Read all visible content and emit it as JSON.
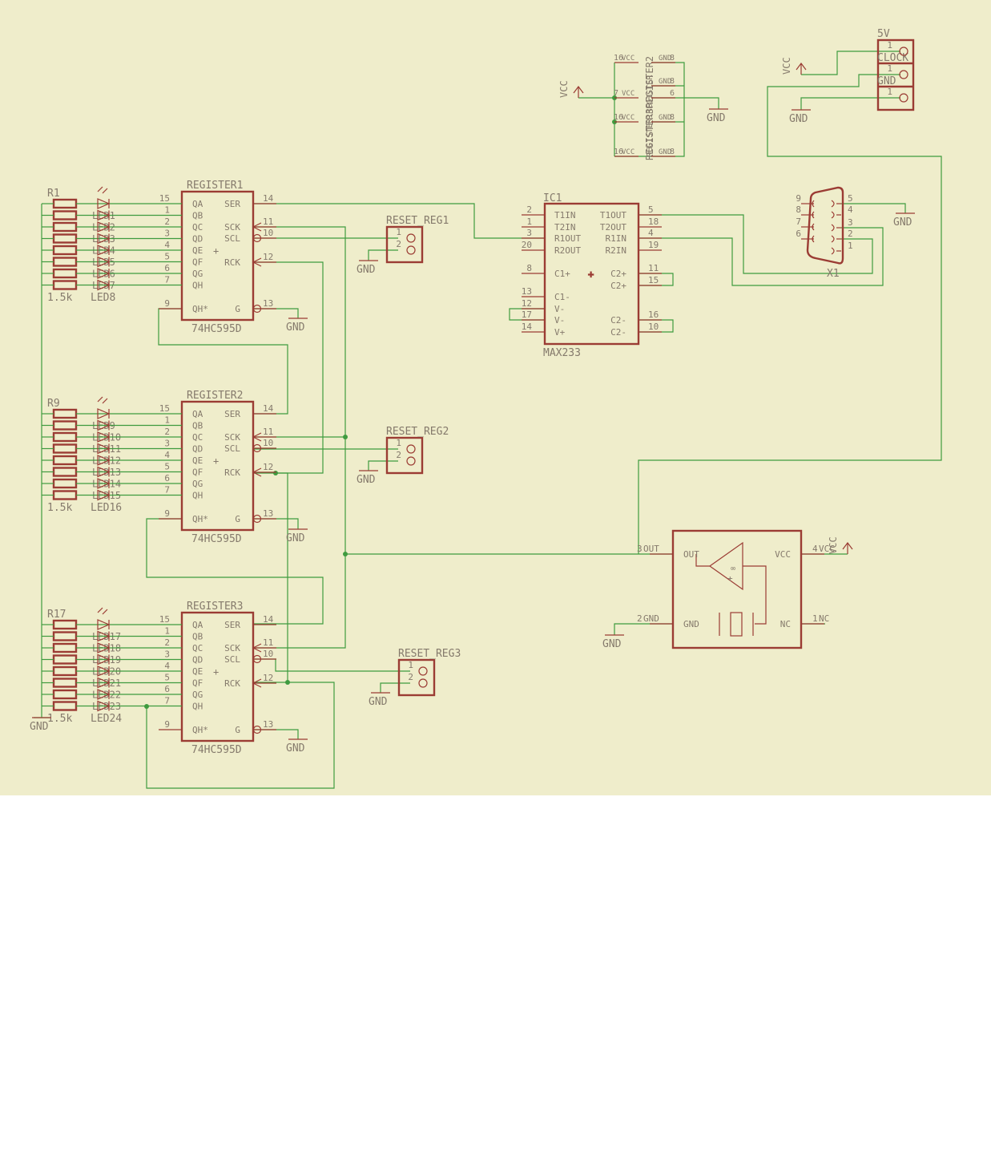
{
  "registers": [
    {
      "name": "REGISTER1",
      "value": "74HC595D",
      "res": "R1",
      "res_value": "1.5k",
      "led": "LED8"
    },
    {
      "name": "REGISTER2",
      "value": "74HC595D",
      "res": "R9",
      "res_value": "1.5k",
      "led": "LED16"
    },
    {
      "name": "REGISTER3",
      "value": "74HC595D",
      "res": "R17",
      "res_value": "1.5k",
      "led": "LED24"
    }
  ],
  "reg_pins_left": [
    {
      "num": "15",
      "name": "QA"
    },
    {
      "num": "1",
      "name": "QB"
    },
    {
      "num": "2",
      "name": "QC"
    },
    {
      "num": "3",
      "name": "QD"
    },
    {
      "num": "4",
      "name": "QE"
    },
    {
      "num": "5",
      "name": "QF"
    },
    {
      "num": "6",
      "name": "QG"
    },
    {
      "num": "7",
      "name": "QH"
    }
  ],
  "reg_pin_qh": {
    "num": "9",
    "name": "QH*"
  },
  "reg_pins_right": [
    {
      "num": "14",
      "name": "SER"
    },
    {
      "num": "11",
      "name": "SCK"
    },
    {
      "num": "10",
      "name": "SCL"
    },
    {
      "num": "12",
      "name": "RCK"
    },
    {
      "num": "13",
      "name": "G"
    }
  ],
  "led_labels": [
    [
      "LED1",
      "LED2",
      "LED3",
      "LED4",
      "LED5",
      "LED6",
      "LED7"
    ],
    [
      "LED9",
      "LED10",
      "LED11",
      "LED12",
      "LED13",
      "LED14",
      "LED15"
    ],
    [
      "LED17",
      "LED18",
      "LED19",
      "LED20",
      "LED21",
      "LED22",
      "LED23"
    ]
  ],
  "resets": [
    "RESET_REG1",
    "RESET_REG2",
    "RESET_REG3"
  ],
  "reset_pins": [
    "1",
    "2"
  ],
  "gnd": "GND",
  "vcc": "VCC",
  "ic1": {
    "name": "IC1",
    "value": "MAX233",
    "left": [
      {
        "num": "2",
        "name": "T1IN"
      },
      {
        "num": "1",
        "name": "T2IN"
      },
      {
        "num": "3",
        "name": "R1OUT"
      },
      {
        "num": "20",
        "name": "R2OUT"
      },
      {
        "num": "8",
        "name": "C1+"
      },
      {
        "num": "13",
        "name": "C1-"
      },
      {
        "num": "12",
        "name": "V-"
      },
      {
        "num": "17",
        "name": "V-"
      },
      {
        "num": "14",
        "name": "V+"
      }
    ],
    "right": [
      {
        "num": "5",
        "name": "T1OUT"
      },
      {
        "num": "18",
        "name": "T2OUT"
      },
      {
        "num": "4",
        "name": "R1IN"
      },
      {
        "num": "19",
        "name": "R2IN"
      },
      {
        "num": "11",
        "name": "C2+"
      },
      {
        "num": "15",
        "name": "C2+"
      },
      {
        "num": "16",
        "name": "C2-"
      },
      {
        "num": "10",
        "name": "C2-"
      }
    ]
  },
  "connector": {
    "name": "X1",
    "pins_left": [
      "9",
      "8",
      "7",
      "6"
    ],
    "pins_right": [
      "5",
      "4",
      "3",
      "2",
      "1"
    ]
  },
  "header_5v": {
    "name": "5V",
    "labels": [
      "CLOCK",
      "GND"
    ],
    "pin": "1"
  },
  "supply_block": {
    "label": "REGISTER3REGISTER2",
    "side_label": "REGISTER1REGISTER",
    "left_pins": [
      "16",
      "7",
      "16",
      "16"
    ],
    "left_names": [
      "VCC",
      "VCC",
      "VCC",
      "VCC"
    ],
    "right_names": [
      "GND",
      "GND",
      "GND",
      "GND"
    ],
    "right_pins": [
      "8",
      "8",
      "6",
      "8",
      "8"
    ]
  },
  "oscillator": {
    "pins": [
      {
        "num": "3",
        "name": "OUT",
        "label": "OUT"
      },
      {
        "num": "4",
        "name": "VCC",
        "label": "VCC"
      },
      {
        "num": "2",
        "name": "GND",
        "label": "GND"
      },
      {
        "num": "1",
        "name": "NC",
        "label": "NC"
      }
    ],
    "symbol": "∞",
    "plus": "+"
  },
  "origin_mark": "+"
}
